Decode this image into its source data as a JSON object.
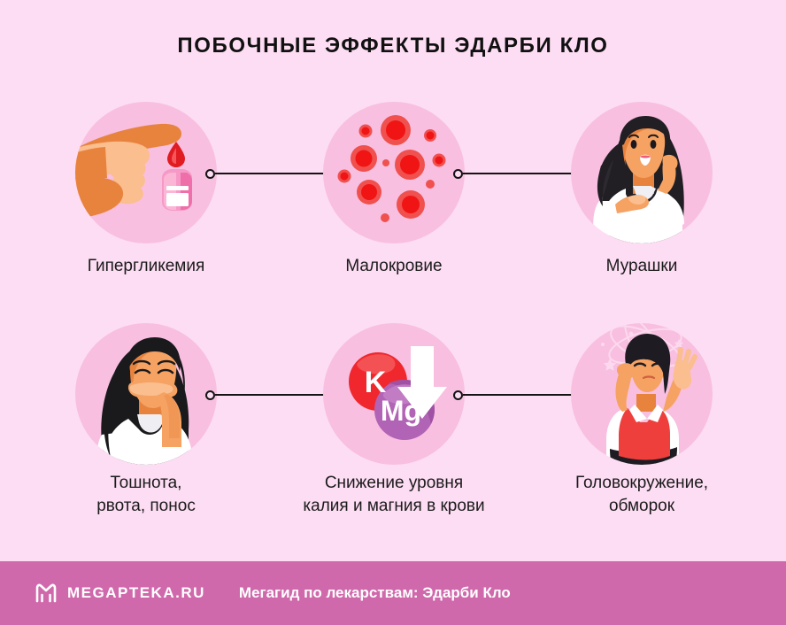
{
  "page": {
    "title": "ПОБОЧНЫЕ ЭФФЕКТЫ ЭДАРБИ КЛО",
    "background_color": "#FDDDF3",
    "circle_color": "#F8BFE0",
    "text_color": "#1b1b1b",
    "connector_color": "#141414"
  },
  "effects": [
    {
      "id": "hyperglycemia",
      "label": "Гипергликемия",
      "icon": "hand-glucose-meter-icon",
      "row": 1,
      "column": 1
    },
    {
      "id": "anemia",
      "label": "Малокровие",
      "icon": "red-blood-cells-icon",
      "row": 1,
      "column": 2
    },
    {
      "id": "goosebumps",
      "label": "Мурашки",
      "icon": "woman-goosebumps-icon",
      "row": 1,
      "column": 3
    },
    {
      "id": "nausea",
      "label_line1": "Тошнота,",
      "label_line2": "рвота, понос",
      "icon": "woman-nausea-icon",
      "row": 2,
      "column": 1
    },
    {
      "id": "electrolytes",
      "label_line1": "Снижение уровня",
      "label_line2": "калия и магния в крови",
      "icon": "potassium-magnesium-down-icon",
      "row": 2,
      "column": 2
    },
    {
      "id": "dizziness",
      "label_line1": "Головокружение,",
      "label_line2": "обморок",
      "icon": "woman-dizziness-icon",
      "row": 2,
      "column": 3
    }
  ],
  "electrolyte_bubbles": {
    "potassium_symbol": "K",
    "potassium_color": "#F0282D",
    "magnesium_symbol": "Mg",
    "magnesium_color": "#B163B5",
    "arrow_color": "#FFFFFF"
  },
  "footer": {
    "brand": "MEGAPTEKA.RU",
    "tagline": "Мегагид по лекарствам: Эдарби Кло",
    "background_color": "#D069AC",
    "text_color": "#FFFFFF",
    "logo_icon": "megapteka-m-monogram-icon"
  }
}
